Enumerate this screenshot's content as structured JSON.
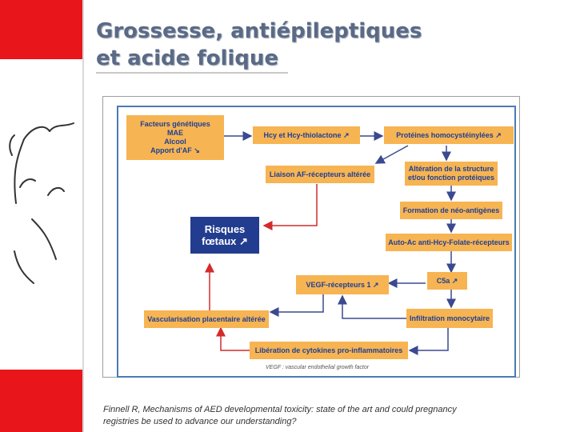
{
  "slide": {
    "title_line1": "Grossesse, antiépileptiques",
    "title_line2": "et acide folique"
  },
  "diagram": {
    "factors_lines": [
      "Facteurs génétiques",
      "MAE",
      "Alcool",
      "Apport d'AF ↘"
    ],
    "hcy": "Hcy et Hcy-thiolactone ↗",
    "proteins": "Protéines homocystéinylées ↗",
    "liaison": "Liaison AF-récepteurs altérée",
    "alteration_lines": [
      "Altération de la structure",
      "et/ou fonction protéiques"
    ],
    "neo": "Formation de néo-antigènes",
    "auto_ac": "Auto-Ac anti-Hcy-Folate-récepteurs",
    "risk_lines": [
      "Risques",
      "fœtaux ↗"
    ],
    "vegf": "VEGF-récepteurs 1 ↗",
    "c5a": "C5a ↗",
    "vascular": "Vascularisation placentaire altérée",
    "infiltration": "Infiltration monocytaire",
    "cytokines": "Libération de cytokines pro-inflammatoires",
    "legend": "VEGF : vascular endothelial growth factor"
  },
  "caption": {
    "line1": "Finnell R, Mechanisms of AED developmental toxicity: state of the art and could pregnancy",
    "line2": "registries be used to advance our understanding?"
  },
  "colors": {
    "box_fill": "#f7b452",
    "box_text": "#1e3f94",
    "risk_fill": "#223d8f",
    "arrow_blue": "#3b4a8f",
    "arrow_red": "#d42a2a",
    "brand_red": "#e8161b"
  }
}
